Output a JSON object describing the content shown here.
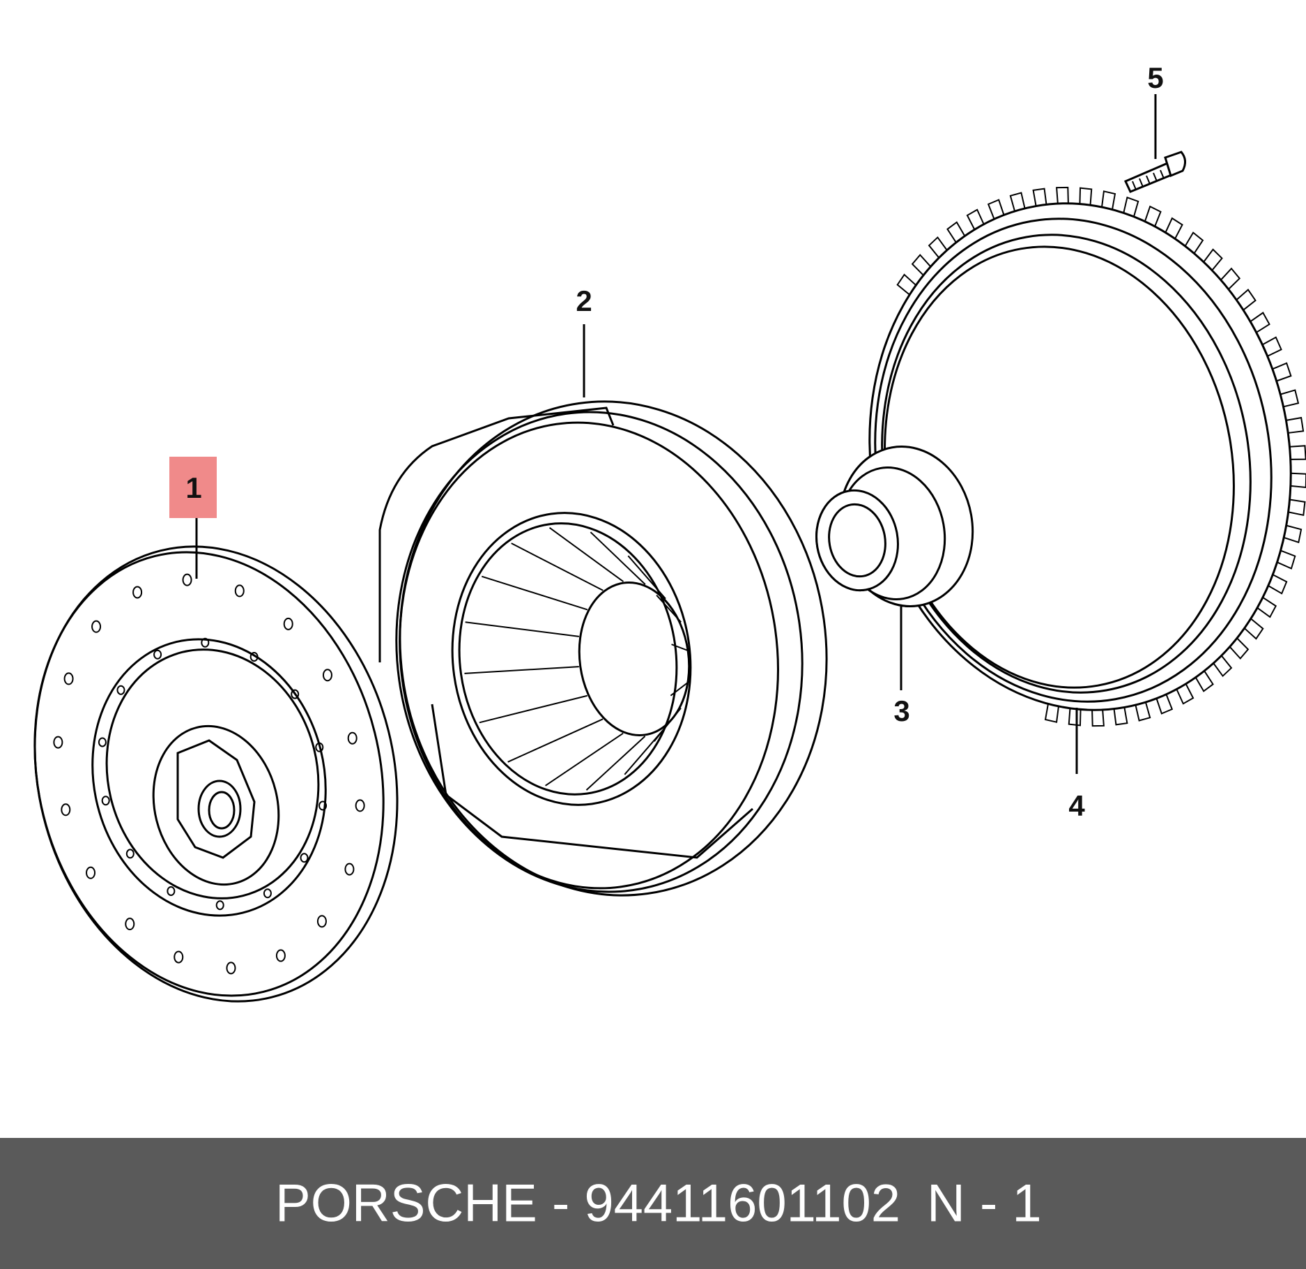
{
  "callouts": [
    {
      "id": "1",
      "label": "1",
      "highlighted": true
    },
    {
      "id": "2",
      "label": "2",
      "highlighted": false
    },
    {
      "id": "3",
      "label": "3",
      "highlighted": false
    },
    {
      "id": "4",
      "label": "4",
      "highlighted": false
    },
    {
      "id": "5",
      "label": "5",
      "highlighted": false
    }
  ],
  "footer": {
    "part_text": "PORSCHE - 94411601102",
    "suffix_text": "N - 1"
  },
  "colors": {
    "highlight": "#f08a8a",
    "footer_bg": "#5a5a5a",
    "footer_text": "#ffffff",
    "line": "#000000"
  }
}
